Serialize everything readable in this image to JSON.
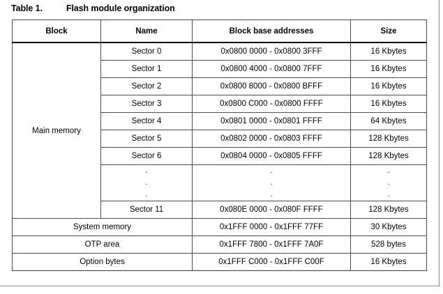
{
  "caption": {
    "label": "Table 1.",
    "title": "Flash module organization"
  },
  "table": {
    "headers": {
      "block": "Block",
      "name": "Name",
      "address": "Block base addresses",
      "size": "Size"
    },
    "main_memory_label": "Main memory",
    "ellipsis": ".",
    "rows": [
      {
        "name": "Sector 0",
        "address": "0x0800 0000 - 0x0800 3FFF",
        "size": "16 Kbytes"
      },
      {
        "name": "Sector 1",
        "address": "0x0800 4000 - 0x0800 7FFF",
        "size": "16 Kbytes"
      },
      {
        "name": "Sector 2",
        "address": "0x0800 8000 - 0x0800 BFFF",
        "size": "16 Kbytes"
      },
      {
        "name": "Sector 3",
        "address": "0x0800 C000 - 0x0800 FFFF",
        "size": "16 Kbytes"
      },
      {
        "name": "Sector 4",
        "address": "0x0801 0000 - 0x0801 FFFF",
        "size": "64 Kbytes"
      },
      {
        "name": "Sector 5",
        "address": "0x0802 0000 - 0x0803 FFFF",
        "size": "128 Kbytes"
      },
      {
        "name": "Sector 6",
        "address": "0x0804 0000 - 0x0805 FFFF",
        "size": "128 Kbytes"
      },
      {
        "name": "Sector 11",
        "address": "0x080E 0000 - 0x080F FFFF",
        "size": "128 Kbytes"
      }
    ],
    "footer_rows": [
      {
        "label": "System memory",
        "address": "0x1FFF 0000 - 0x1FFF 77FF",
        "size": "30 Kbytes"
      },
      {
        "label": "OTP area",
        "address": "0x1FFF 7800 - 0x1FFF 7A0F",
        "size": "528 bytes"
      },
      {
        "label": "Option bytes",
        "address": "0x1FFF C000 - 0x1FFF C00F",
        "size": "16 Kbytes"
      }
    ]
  }
}
